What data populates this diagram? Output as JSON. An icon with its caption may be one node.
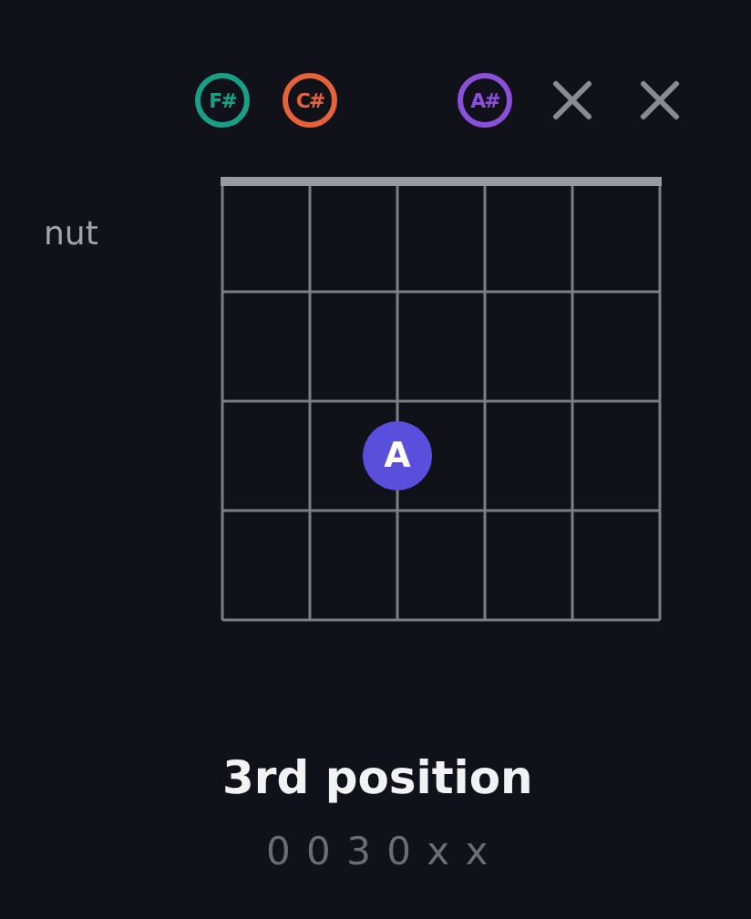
{
  "diagram": {
    "title": "3rd position",
    "nodes": [
      {
        "text": [
          "F#"
        ]
      },
      {
        "text": [
          "C#"
        ]
      },
      {
        "text": [
          "A#"
        ]
      },
      {
        "text": [
          "A"
        ]
      }
    ],
    "labels": [
      "nut",
      "0 0 3 0 x x"
    ]
  }
}
